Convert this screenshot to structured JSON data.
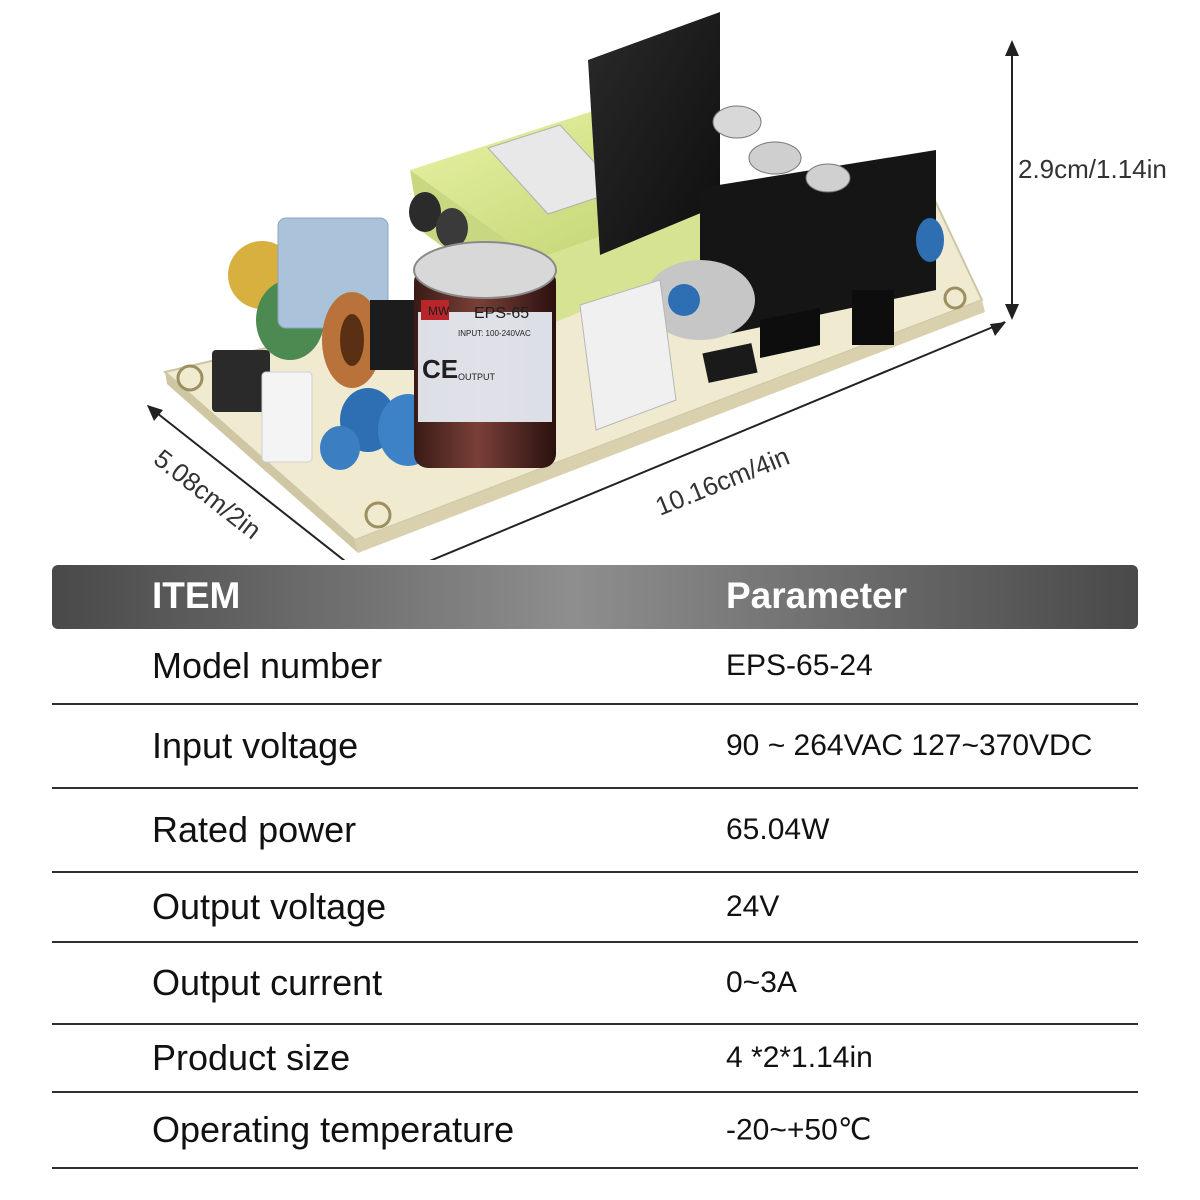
{
  "product": {
    "label_model": "EPS-65",
    "label_input": "INPUT: 100-240VAC",
    "label_output": "OUTPUT",
    "label_ce": "CE",
    "label_brand": "MW"
  },
  "dimensions": {
    "height": "2.9cm/1.14in",
    "length": "10.16cm/4in",
    "width": "5.08cm/2in"
  },
  "table": {
    "header_item": "ITEM",
    "header_param": "Parameter",
    "rows": [
      {
        "item": "Model number",
        "param": "EPS-65-24"
      },
      {
        "item": "Input voltage",
        "param": "90 ~ 264VAC  127~370VDC"
      },
      {
        "item": "Rated power",
        "param": "65.04W"
      },
      {
        "item": "Output voltage",
        "param": "24V"
      },
      {
        "item": "Output current",
        "param": "0~3A"
      },
      {
        "item": "Product size",
        "param": "4 *2*1.14in"
      },
      {
        "item": "Operating temperature",
        "param": "-20~+50℃"
      }
    ]
  }
}
